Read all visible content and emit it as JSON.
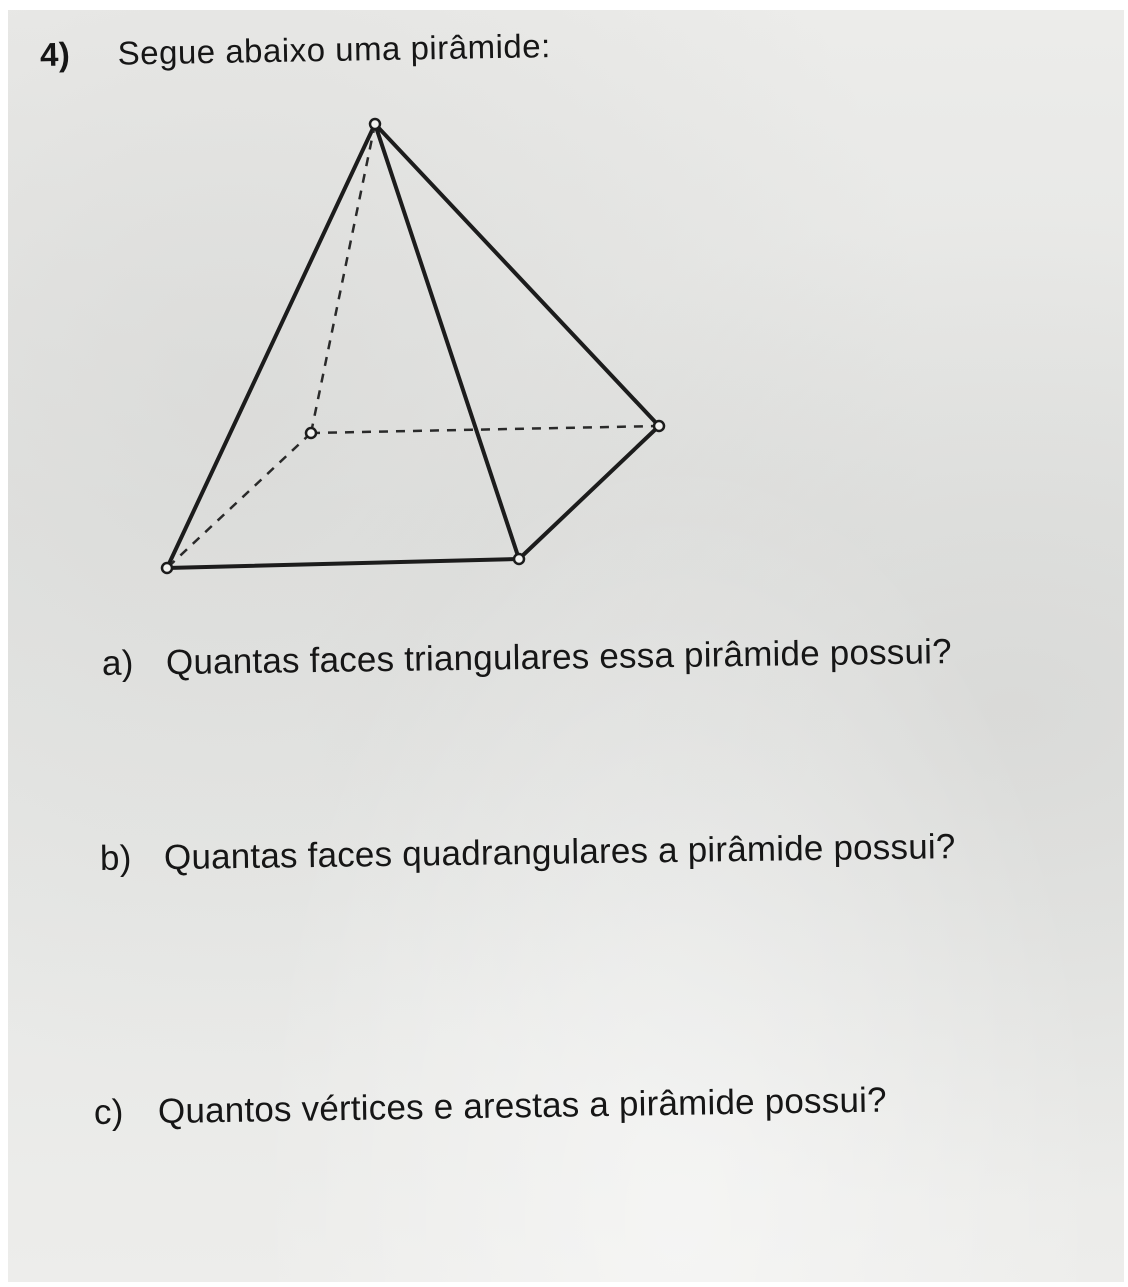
{
  "question": {
    "number": "4)",
    "prompt": "Segue abaixo uma pirâmide:"
  },
  "figure": {
    "icon": "square-pyramid-figure",
    "ink_color": "#1c1c1c",
    "hidden_edges_style": "dashed"
  },
  "items": [
    {
      "letter": "a)",
      "text": "Quantas faces triangulares essa pirâmide possui?"
    },
    {
      "letter": "b)",
      "text": "Quantas faces quadrangulares a pirâmide possui?"
    },
    {
      "letter": "c)",
      "text": "Quantos vértices e arestas a pirâmide possui?"
    }
  ],
  "colors": {
    "paper": "#e6e7e5",
    "ink": "#161616"
  }
}
